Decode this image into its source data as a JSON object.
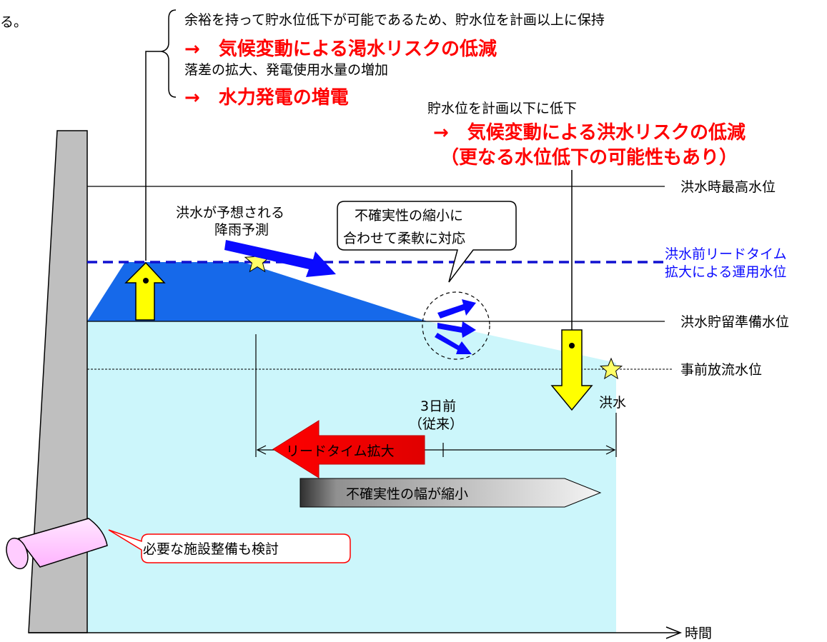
{
  "colors": {
    "dam": "#bfbfbf",
    "water_light": "#ccf6fb",
    "water_dark": "#1669ea",
    "accent_red": "#ff0000",
    "accent_blue": "#0a0aff",
    "arrow_yellow": "#ffff00",
    "pipe_pink": "#ffccff"
  },
  "top_fragment": "る。",
  "notes": {
    "line1": "余裕を持って貯水位低下が可能であるため、貯水位を計画以上に保持",
    "line2": "→　気候変動による渇水リスクの低減",
    "line3": "落差の拡大、発電使用水量の増加",
    "line4": "→　水力発電の増電"
  },
  "right_notes": {
    "line1": "貯水位を計画以下に低下",
    "line2": "→　気候変動による洪水リスクの低減",
    "line3": "（更なる水位低下の可能性もあり）"
  },
  "levels": {
    "flood_max": "洪水時最高水位",
    "lead_time_op_line1": "洪水前リードタイム",
    "lead_time_op_line2": "拡大による運用水位",
    "flood_storage_prep": "洪水貯留準備水位",
    "pre_release": "事前放流水位"
  },
  "rain_forecast": {
    "line1": "洪水が予想される",
    "line2": "降雨予測"
  },
  "uncertainty_bubble": {
    "line1": "不確実性の縮小に",
    "line2": "合わせて柔軟に対応"
  },
  "three_days": {
    "line1": "3日前",
    "line2": "（従来）"
  },
  "flood_label": "洪水",
  "lead_time_expand": "リードタイム拡大",
  "uncertainty_shrink": "不確実性の幅が縮小",
  "facility_note": "必要な施設整備も検討",
  "time_axis": "時間"
}
